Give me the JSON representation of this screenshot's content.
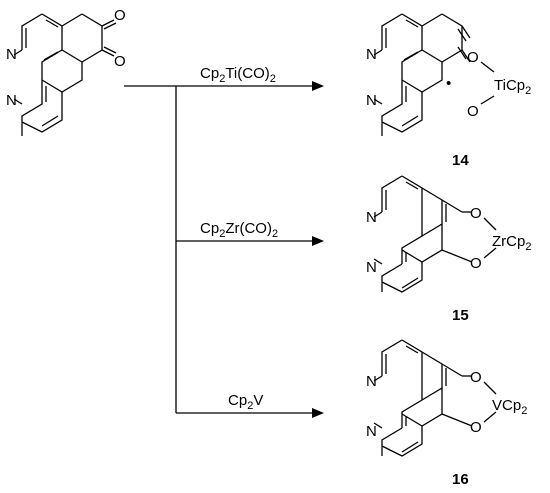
{
  "scheme": {
    "starting_material": {
      "atoms": {
        "n_top": "N",
        "n_bottom": "N",
        "o_top": "O",
        "o_bottom": "O"
      }
    },
    "reactions": [
      {
        "reagent_main": "Cp",
        "reagent_sub": "2",
        "reagent_rest": "Ti(CO)",
        "reagent_sub2": "2"
      },
      {
        "reagent_main": "Cp",
        "reagent_sub": "2",
        "reagent_rest": "Zr(CO)",
        "reagent_sub2": "2"
      },
      {
        "reagent_main": "Cp",
        "reagent_sub": "2",
        "reagent_rest": "V",
        "reagent_sub2": ""
      }
    ],
    "products": [
      {
        "number": "14",
        "metal": "TiCp",
        "metal_sub": "2",
        "o_top": "O",
        "o_bottom": "O",
        "n_top": "N",
        "n_bottom": "N",
        "radical": "•"
      },
      {
        "number": "15",
        "metal": "ZrCp",
        "metal_sub": "2",
        "o_top": "O",
        "o_bottom": "O",
        "n_top": "N",
        "n_bottom": "N"
      },
      {
        "number": "16",
        "metal": "VCp",
        "metal_sub": "2",
        "o_top": "O",
        "o_bottom": "O",
        "n_top": "N",
        "n_bottom": "N"
      }
    ]
  }
}
